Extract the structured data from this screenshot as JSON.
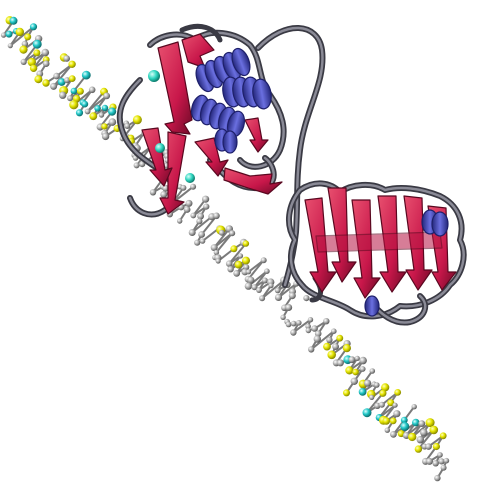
{
  "scene": {
    "subject": "molecular-structure-render",
    "background_color": "#ffffff",
    "style": "ribbon-and-ball-and-stick"
  },
  "colors": {
    "beta_strand": "#c8174a",
    "beta_strand_dark": "#8a0f32",
    "alpha_helix": "#3b3fb3",
    "alpha_helix_light": "#6a6fe0",
    "coil": "#5a5a66",
    "coil_light": "#8a8a96",
    "chain_gray": "#9a9a9a",
    "chain_dark": "#555555",
    "sugar_yellow": "#e6e600",
    "sugar_yellow_light": "#f5f56a",
    "sugar_cyan": "#22c8c8",
    "sugar_cyan_light": "#7fe6e6",
    "ion_cyan": "#2fd6c0"
  },
  "components": [
    {
      "name": "protein-domain-upper-left",
      "kind": "ribbon"
    },
    {
      "name": "protein-domain-right",
      "kind": "ribbon"
    },
    {
      "name": "linker-loop",
      "kind": "coil"
    },
    {
      "name": "polysaccharide-chain",
      "kind": "ball-and-stick"
    },
    {
      "name": "metal-ions",
      "kind": "spheres"
    }
  ]
}
